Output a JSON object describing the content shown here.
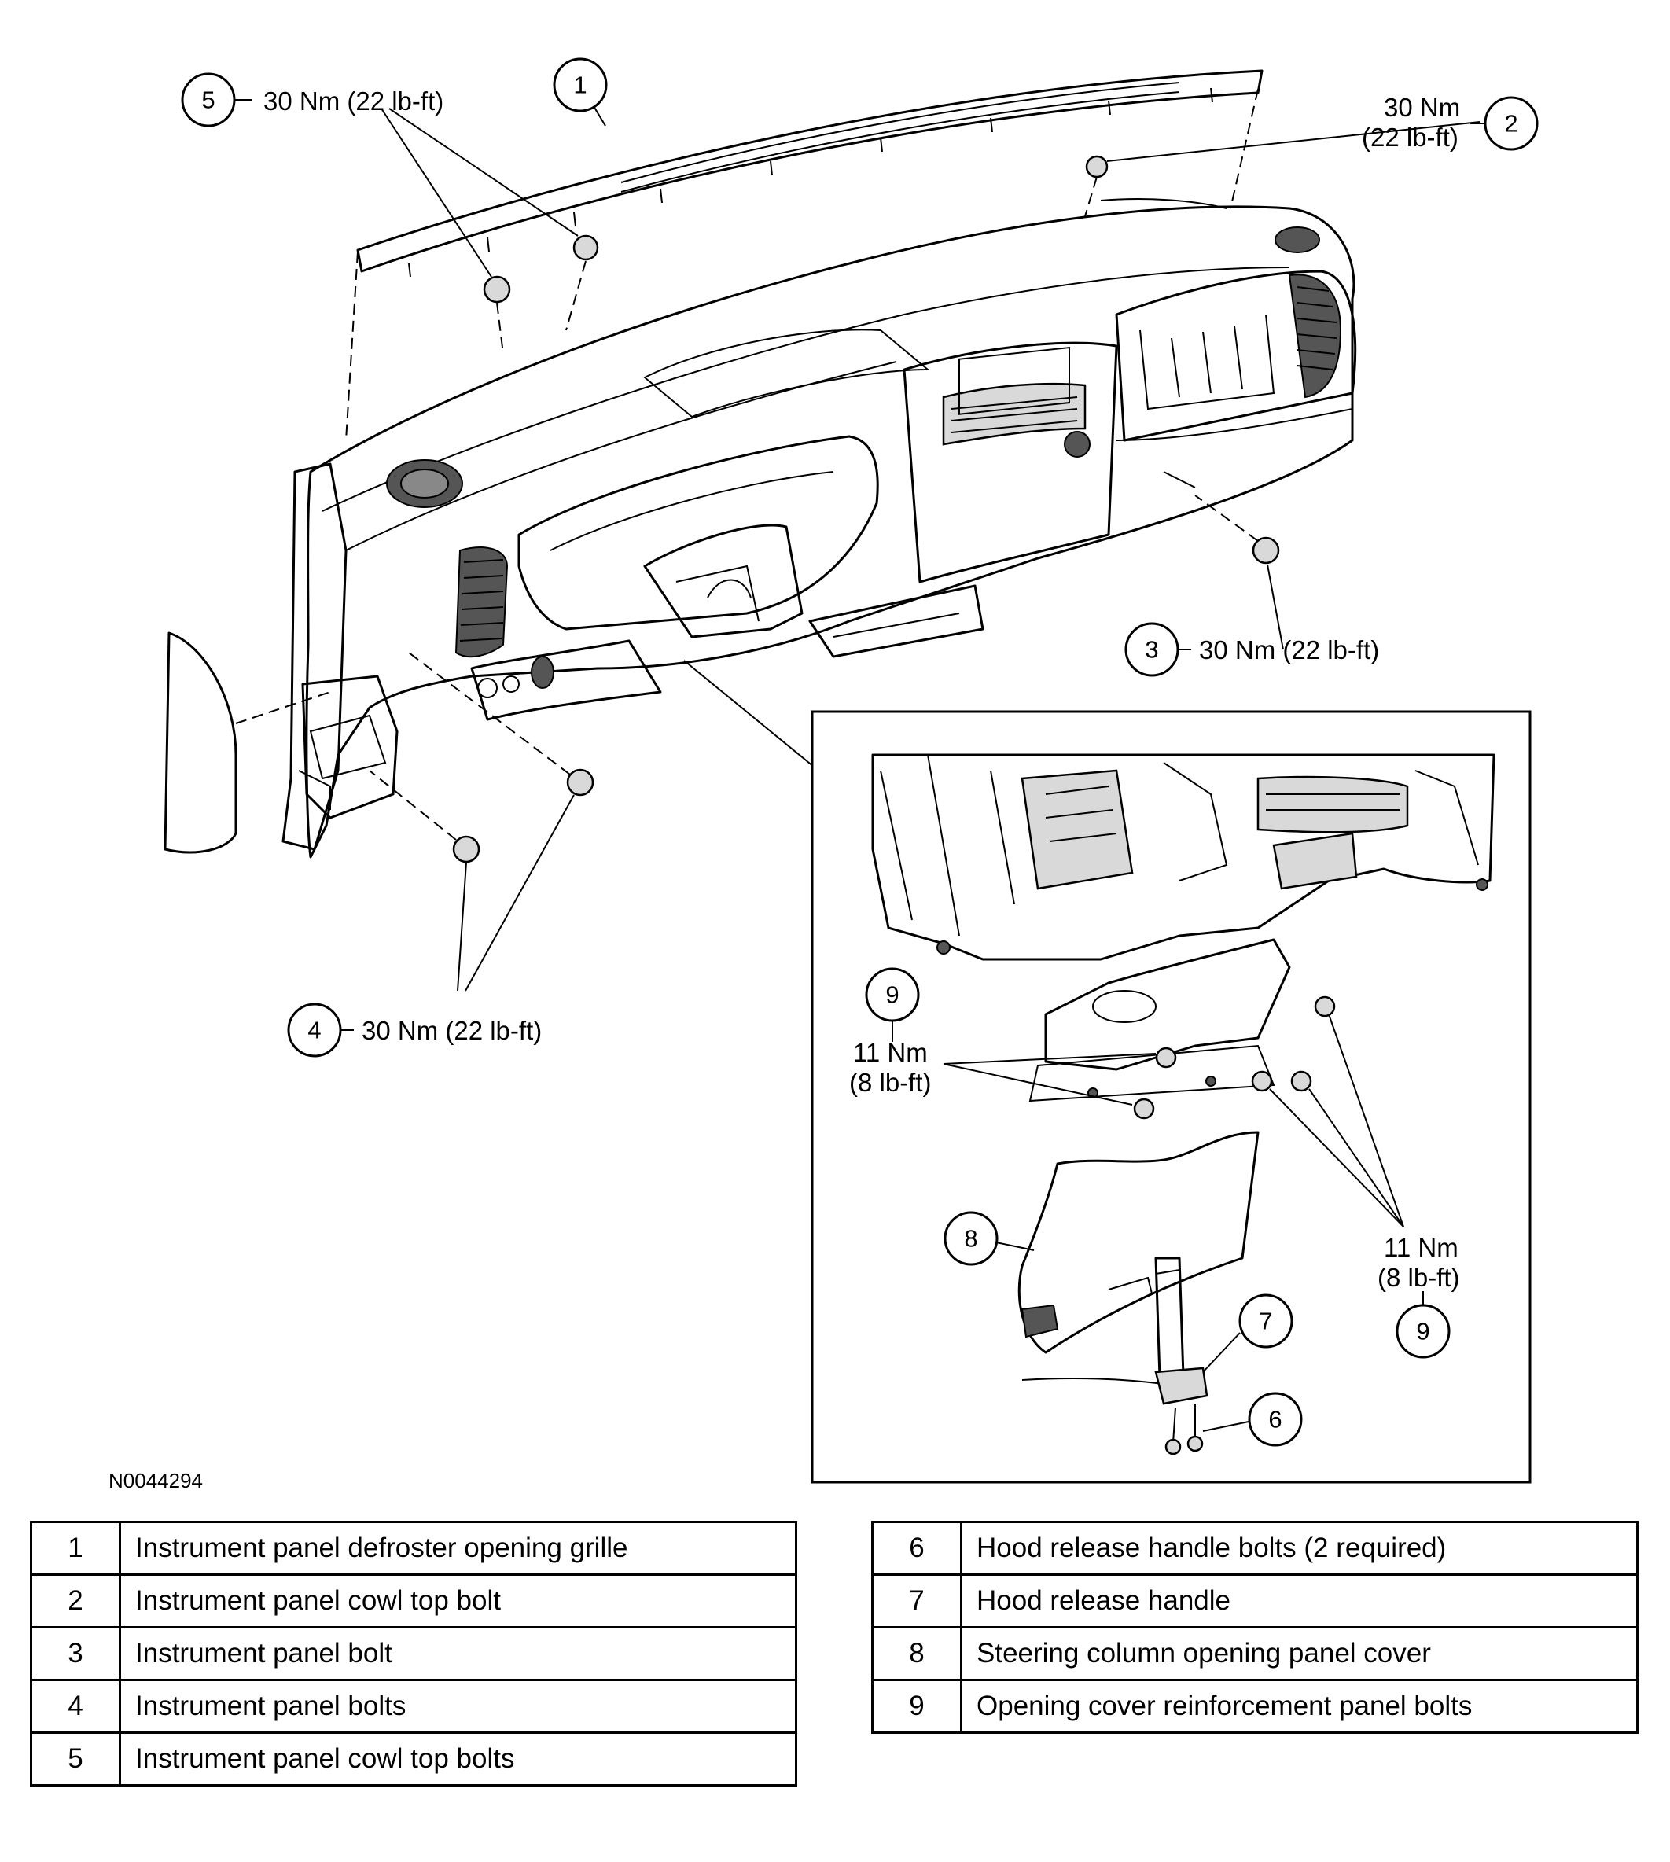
{
  "diagram_code": "N0044294",
  "callouts": {
    "c1": {
      "number": "1"
    },
    "c2": {
      "number": "2",
      "torque_nm": "30 Nm",
      "torque_lbft": "(22 lb-ft)"
    },
    "c3": {
      "number": "3",
      "torque": "30 Nm (22 lb-ft)"
    },
    "c4": {
      "number": "4",
      "torque": "30 Nm (22 lb-ft)"
    },
    "c5": {
      "number": "5",
      "torque": "30 Nm (22 lb-ft)"
    },
    "c6": {
      "number": "6"
    },
    "c7": {
      "number": "7"
    },
    "c8": {
      "number": "8"
    },
    "c9a": {
      "number": "9",
      "torque_nm": "11 Nm",
      "torque_lbft": "(8 lb-ft)"
    },
    "c9b": {
      "number": "9",
      "torque_nm": "11 Nm",
      "torque_lbft": "(8 lb-ft)"
    }
  },
  "legend_left": [
    {
      "number": "1",
      "description": "Instrument panel defroster opening grille"
    },
    {
      "number": "2",
      "description": "Instrument panel cowl top bolt"
    },
    {
      "number": "3",
      "description": "Instrument panel bolt"
    },
    {
      "number": "4",
      "description": "Instrument panel bolts"
    },
    {
      "number": "5",
      "description": "Instrument panel cowl top bolts"
    }
  ],
  "legend_right": [
    {
      "number": "6",
      "description": "Hood release handle bolts (2 required)"
    },
    {
      "number": "7",
      "description": "Hood release handle"
    },
    {
      "number": "8",
      "description": "Steering column opening panel cover"
    },
    {
      "number": "9",
      "description": "Opening cover reinforcement panel bolts"
    }
  ]
}
